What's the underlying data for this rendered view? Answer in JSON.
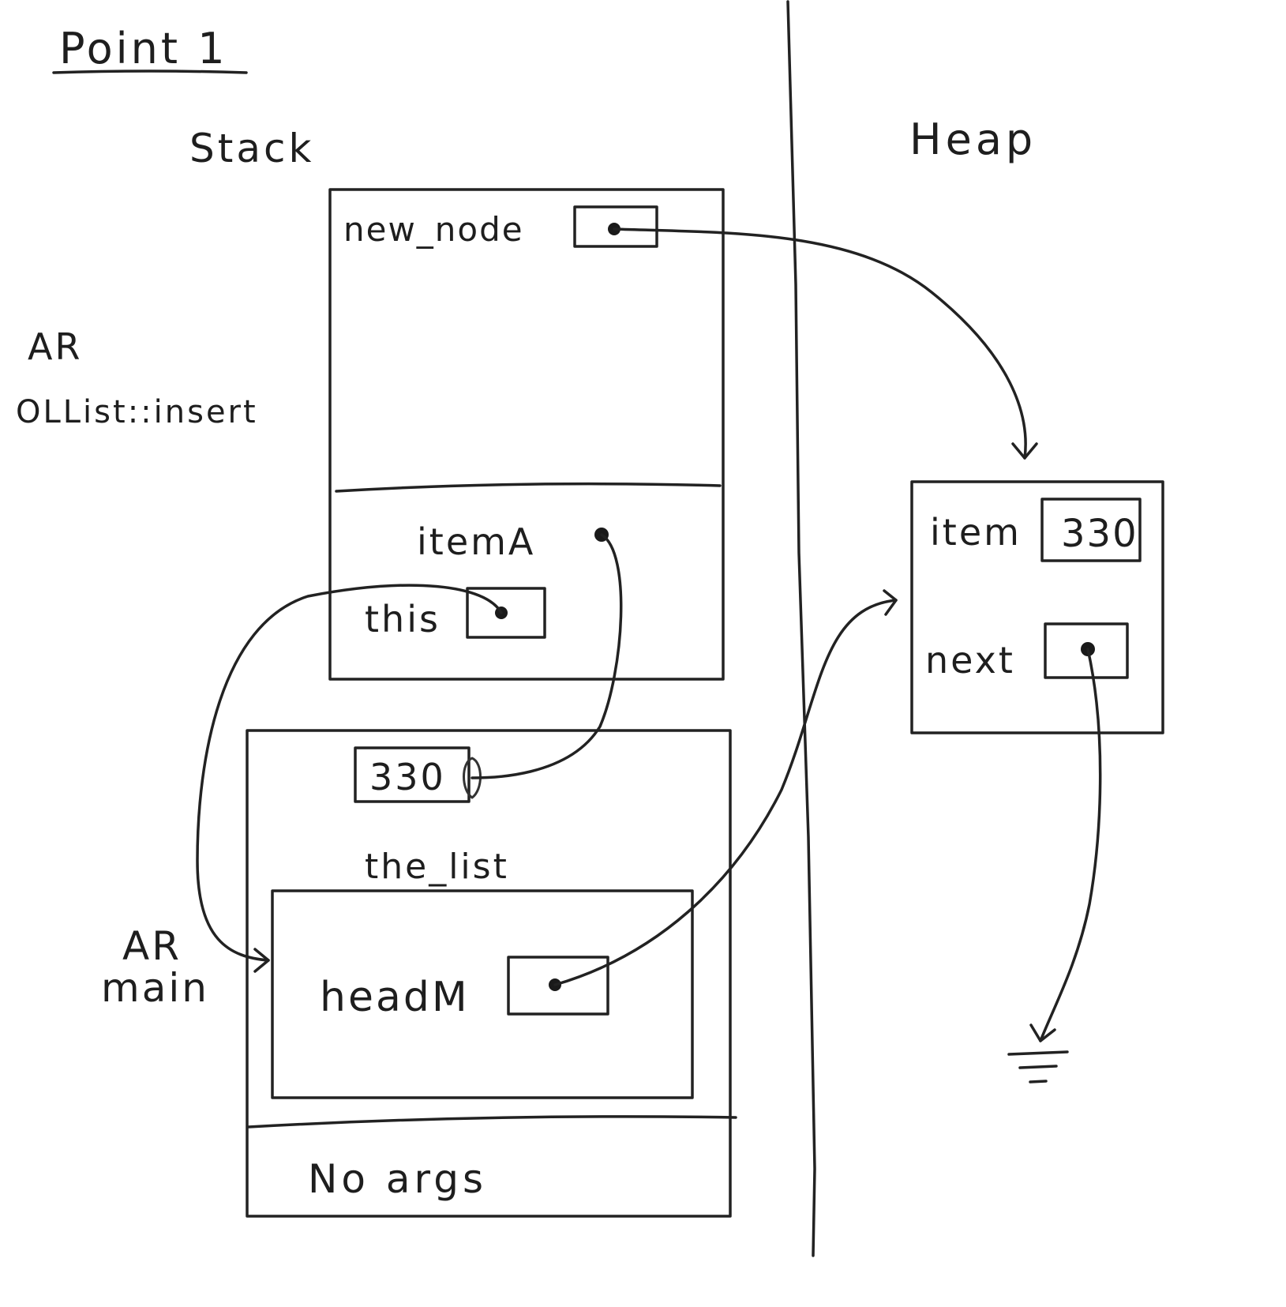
{
  "title": "Point 1",
  "stack_label": "Stack",
  "heap_label": "Heap",
  "insert_frame": {
    "ar_label": "AR",
    "function_label": "OLList::insert",
    "local_new_node": "new_node",
    "param_item": "itemA",
    "param_this": "this"
  },
  "main_frame": {
    "ar_label": "AR",
    "function_label": "main",
    "literal_value": "330",
    "object_label": "the_list",
    "member_head": "headM",
    "args_text": "No args"
  },
  "heap_node": {
    "item_label": "item",
    "item_value": "330",
    "next_label": "next"
  }
}
